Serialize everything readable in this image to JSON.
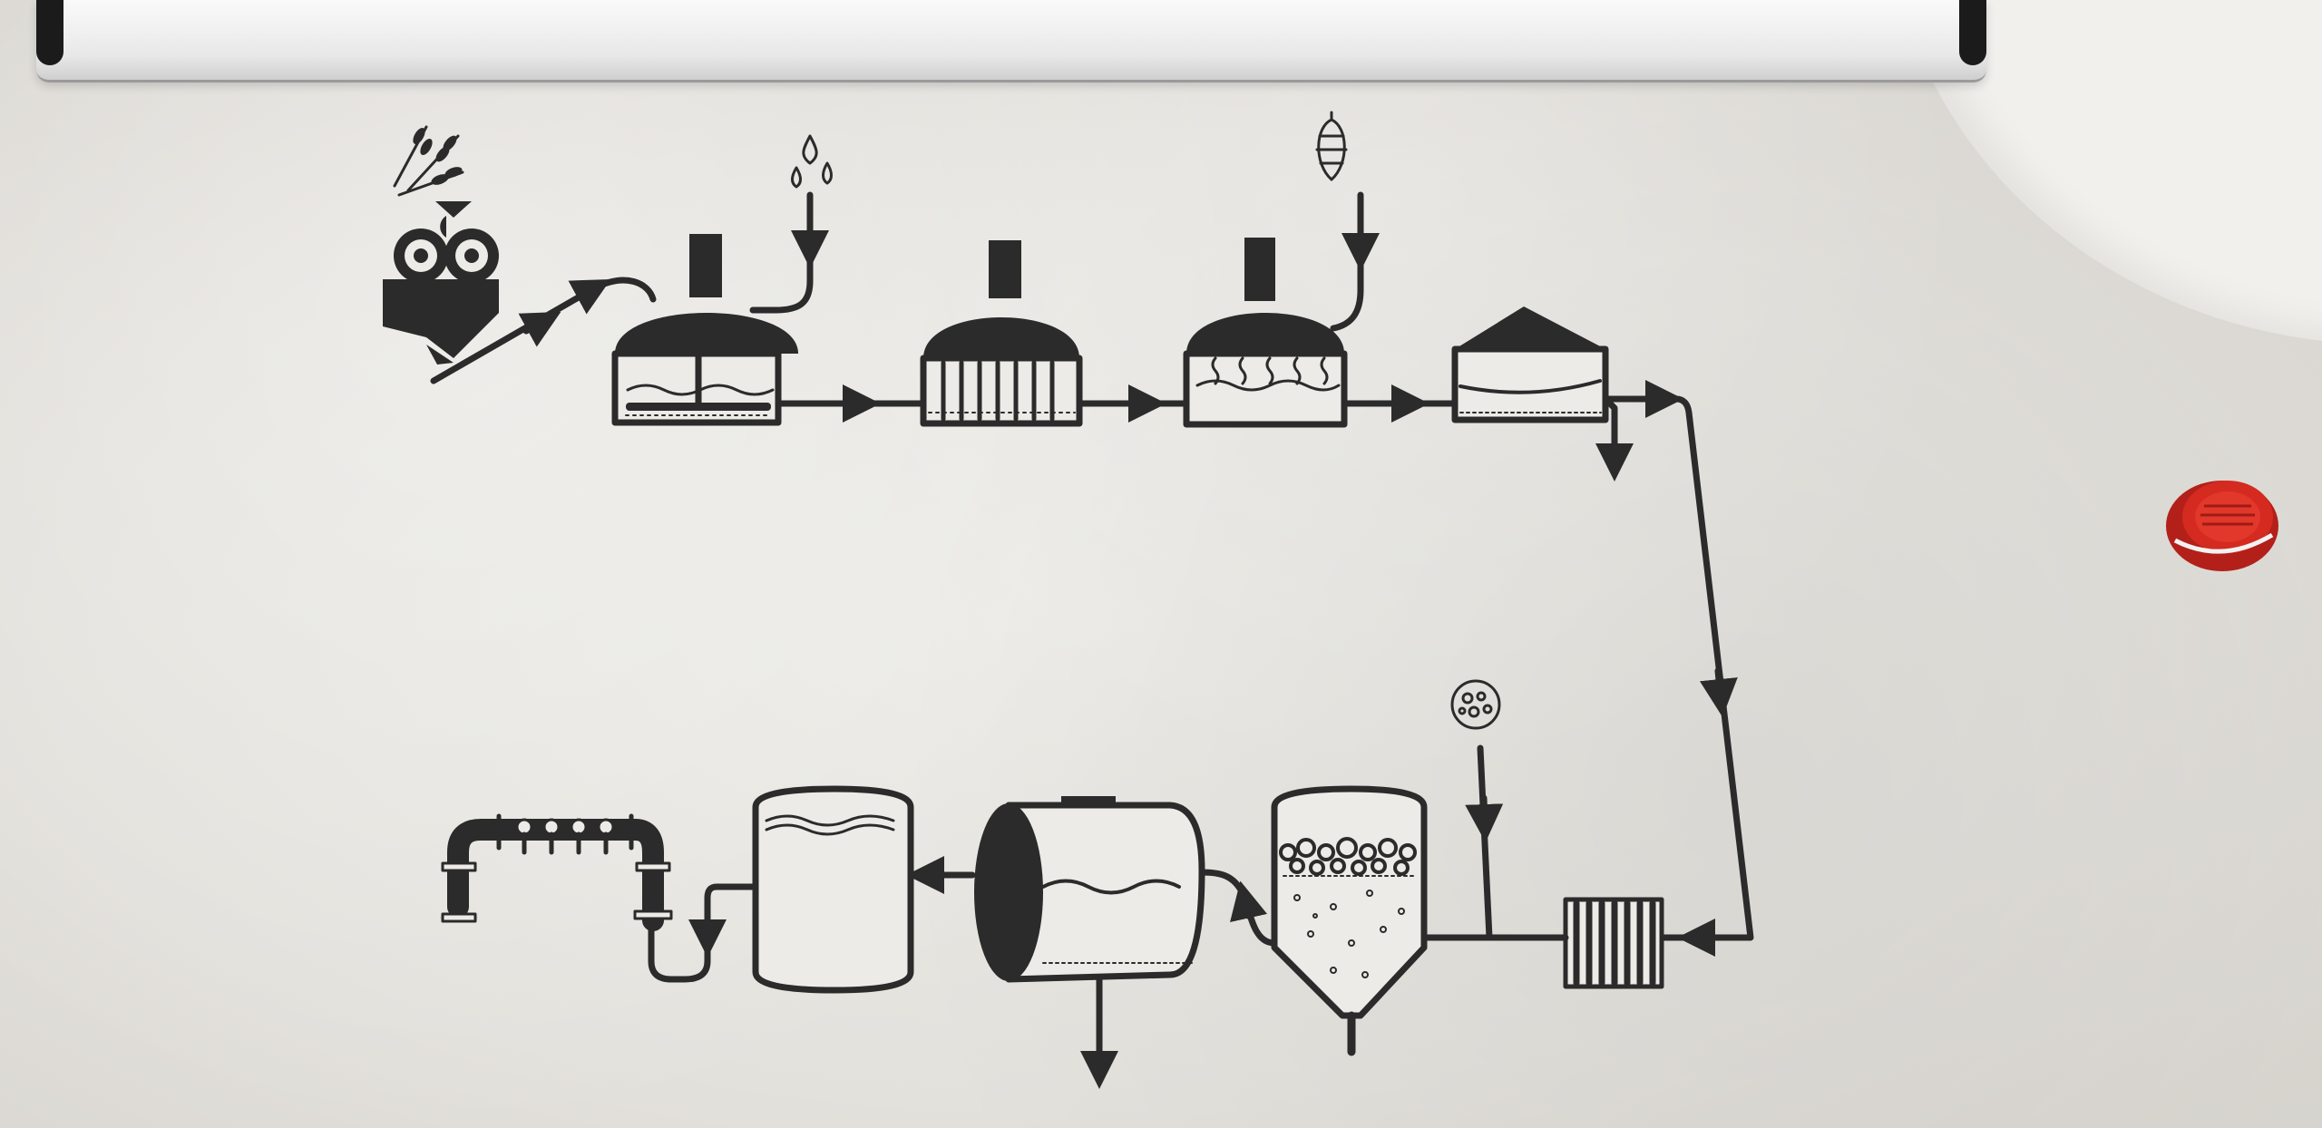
{
  "colors": {
    "ink": "#2b2b2b",
    "wall": "#e3e1dc",
    "screen": "#f4f4f4",
    "alarm_red": "#d42a1f"
  },
  "diagram": {
    "title": "",
    "stages": [
      {
        "id": "mill",
        "icon": "grain-mill-icon",
        "label": ""
      },
      {
        "id": "mash-tun",
        "icon": "mash-tun-icon",
        "label": ""
      },
      {
        "id": "lauter-tun",
        "icon": "lauter-tun-icon",
        "label": ""
      },
      {
        "id": "brew-kettle",
        "icon": "brew-kettle-icon",
        "label": ""
      },
      {
        "id": "whirlpool",
        "icon": "whirlpool-tank-icon",
        "label": ""
      },
      {
        "id": "wort-cooler",
        "icon": "heat-exchanger-icon",
        "label": ""
      },
      {
        "id": "fermenter",
        "icon": "fermentation-tank-icon",
        "label": ""
      },
      {
        "id": "lagering-tank",
        "icon": "lagering-tank-icon",
        "label": ""
      },
      {
        "id": "bright-tank",
        "icon": "bright-tank-icon",
        "label": ""
      },
      {
        "id": "beer-tap",
        "icon": "beer-tap-icon",
        "label": ""
      }
    ],
    "inputs": [
      {
        "id": "malt",
        "icon": "wheat-icon"
      },
      {
        "id": "water",
        "icon": "water-drops-icon"
      },
      {
        "id": "hops",
        "icon": "hop-cone-icon"
      },
      {
        "id": "yeast",
        "icon": "yeast-icon"
      }
    ]
  }
}
